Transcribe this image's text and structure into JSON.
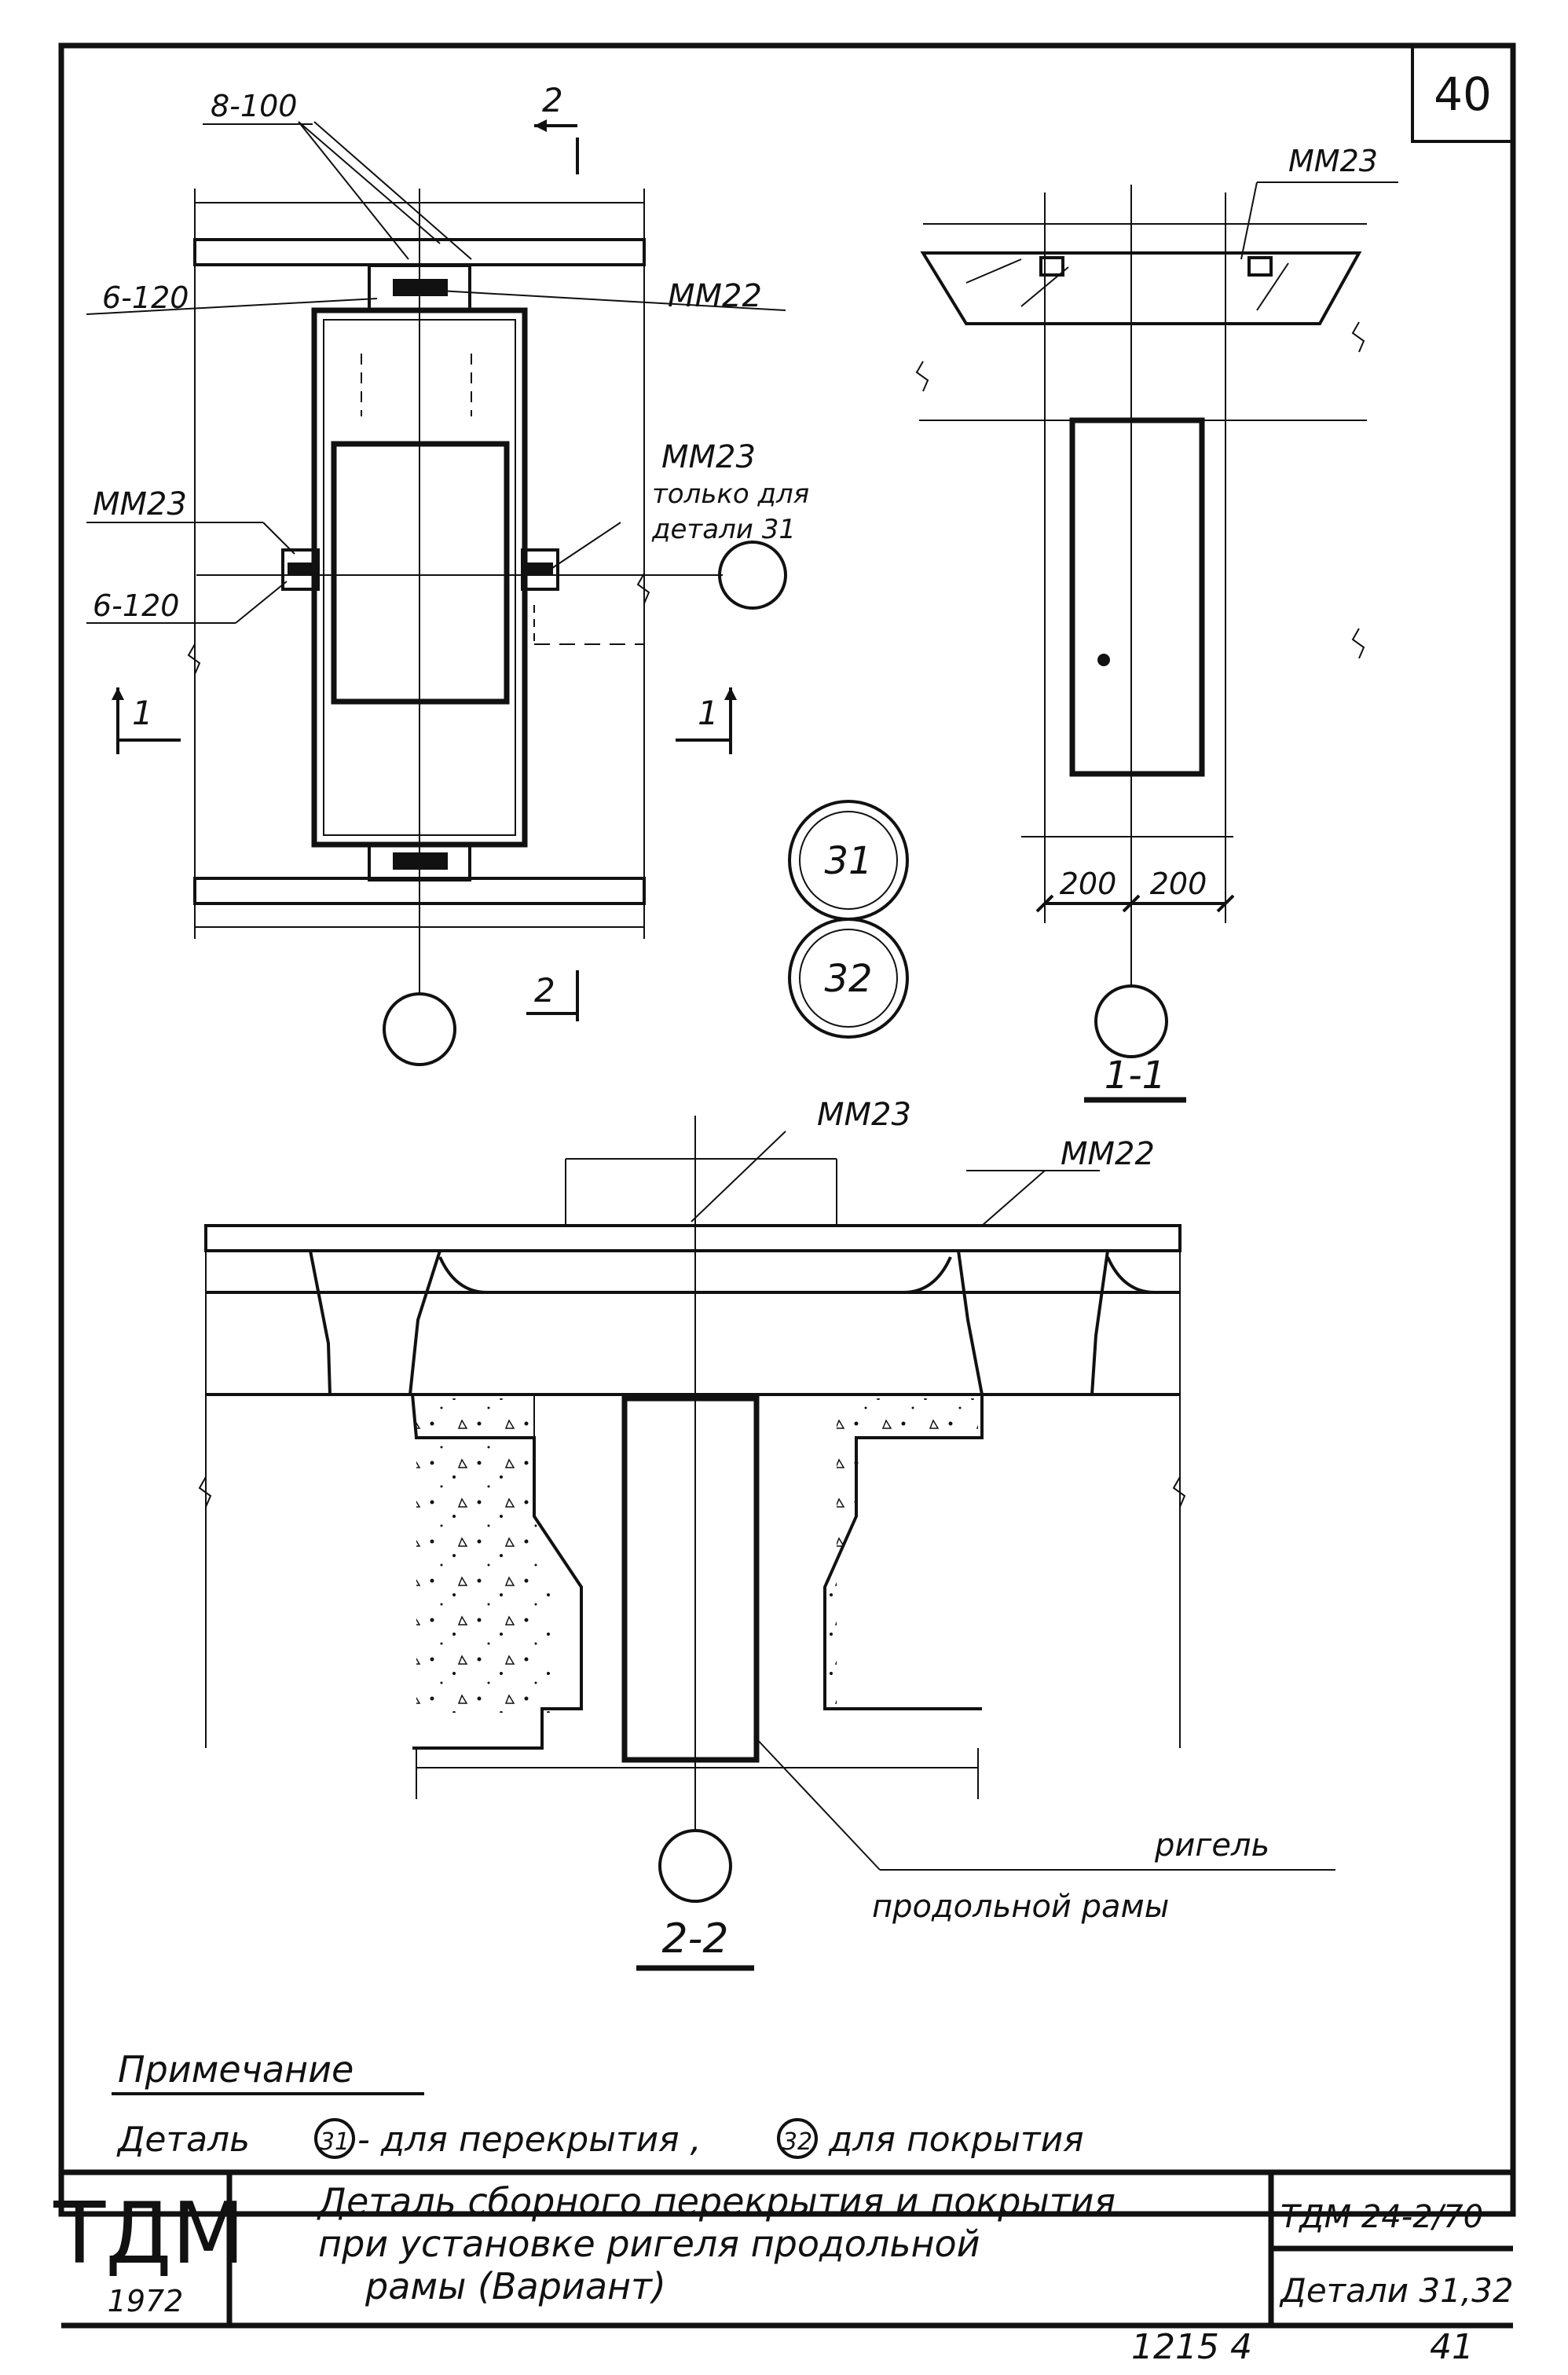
{
  "sheet": {
    "page_number": "40",
    "labels": {
      "rebar_8_100": "8-100",
      "rebar_6_120_top": "6-120",
      "rebar_6_120_side": "6-120",
      "mm22_plan": "ММ22",
      "mm23_left": "ММ23",
      "mm23_right": "ММ23",
      "mm23_note_line1": "только для",
      "mm23_note_line2": "детали 31",
      "mm23_section11": "ММ23",
      "mm23_section22": "ММ23",
      "mm22_section22": "ММ22",
      "rigel_line1": "ригель",
      "rigel_line2": "продольной рамы"
    },
    "section_marks": {
      "cut_2_top": "2",
      "cut_2_bottom": "2",
      "cut_1_left": "1",
      "cut_1_right": "1"
    },
    "detail_numbers": {
      "d31": "31",
      "d32": "32"
    },
    "dimensions": {
      "dim_left": "200",
      "dim_right": "200"
    },
    "section_titles": {
      "s11": "1-1",
      "s22": "2-2"
    },
    "note": {
      "title": "Примечание",
      "prefix": "Деталь",
      "d31": "31",
      "text_31": "- для перекрытия ,",
      "d32": "32",
      "text_32": "для покрытия"
    },
    "title_block": {
      "logo": "ТДМ",
      "year": "1972",
      "title_line1": "Деталь сборного перекрытия и покрытия",
      "title_line2": "при установке ригеля продольной",
      "title_line3": "рамы (Вариант)",
      "code": "ТДМ 24-2/70",
      "details": "Детали 31,32"
    },
    "footer": {
      "num1": "1215 4",
      "num2": "41"
    }
  }
}
